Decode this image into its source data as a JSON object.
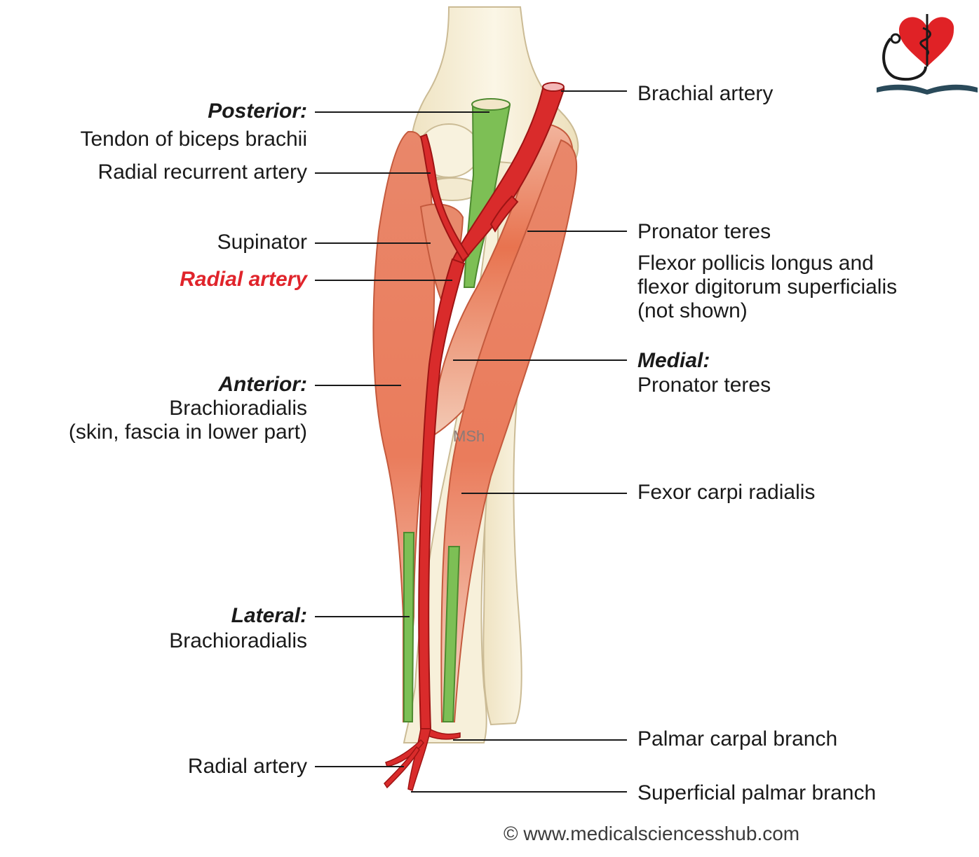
{
  "labels_left": {
    "posterior_head": "Posterior:",
    "posterior_text": "Tendon of biceps brachii",
    "radial_recurrent": "Radial recurrent artery",
    "supinator": "Supinator",
    "radial_artery_title": "Radial artery",
    "anterior_head": "Anterior:",
    "anterior_text_1": "Brachioradialis",
    "anterior_text_2": "(skin, fascia in lower part)",
    "lateral_head": "Lateral:",
    "lateral_text": "Brachioradialis",
    "radial_artery_bottom": "Radial artery"
  },
  "labels_right": {
    "brachial_artery": "Brachial artery",
    "pronator_teres": "Pronator teres",
    "flexor_1": "Flexor pollicis longus and",
    "flexor_2": "flexor digitorum superficialis",
    "flexor_3": "(not shown)",
    "medial_head": "Medial:",
    "medial_text": "Pronator teres",
    "fexor_carpi": "Fexor carpi radialis",
    "palmar_carpal": "Palmar carpal branch",
    "superficial_palmar": "Superficial palmar branch"
  },
  "watermark": "MSh",
  "copyright": "© www.medicalsciencesshub.com",
  "colors": {
    "artery": "#d92b2b",
    "muscle": "#e8775a",
    "tendon": "#6db04a",
    "bone": "#f4ecd2",
    "highlight_label": "#e0242b"
  }
}
